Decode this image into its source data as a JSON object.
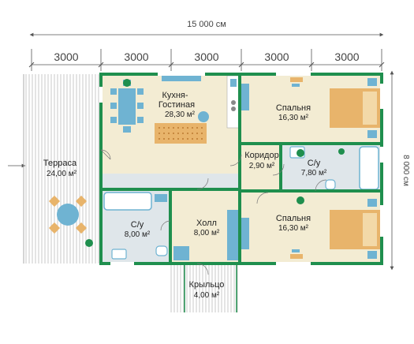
{
  "dimensions": {
    "total_width": "15 000 см",
    "total_height": "8 000 см",
    "segments": [
      "3000",
      "3000",
      "3000",
      "3000",
      "3000"
    ]
  },
  "rooms": {
    "terrace": {
      "name": "Терраса",
      "area": "24,00 м²"
    },
    "kitchen": {
      "name_line1": "Кухня-",
      "name_line2": "Гостиная",
      "area": "28,30 м²"
    },
    "bedroom_top": {
      "name": "Спальня",
      "area": "16,30 м²"
    },
    "corridor": {
      "name": "Коридор",
      "area": "2,90 м²"
    },
    "bath_right": {
      "name": "С/у",
      "area": "7,80 м²"
    },
    "bath_left": {
      "name": "С/у",
      "area": "8,00 м²"
    },
    "hall": {
      "name": "Холл",
      "area": "8,00 м²"
    },
    "bedroom_bottom": {
      "name": "Спальня",
      "area": "16,30 м²"
    },
    "porch": {
      "name": "Крыльцо",
      "area": "4,00 м²"
    }
  },
  "colors": {
    "wall": "#1f8f4e",
    "floor": "#f3ecd3",
    "tile": "#dfe6ea",
    "fixture": "#6fb3d2",
    "deck": "#c8c8c8",
    "furniture_wood": "#e8b46b"
  }
}
